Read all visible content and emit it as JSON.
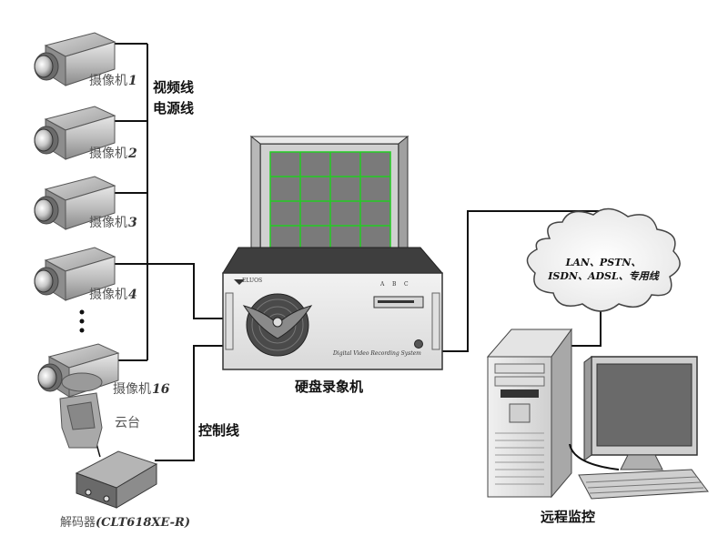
{
  "cameras": [
    {
      "label": "摄像机",
      "num": "1"
    },
    {
      "label": "摄像机",
      "num": "2"
    },
    {
      "label": "摄像机",
      "num": "3"
    },
    {
      "label": "摄像机",
      "num": "4"
    },
    {
      "label": "摄像机",
      "num": "16"
    }
  ],
  "cable_labels": {
    "video": "视频线",
    "power": "电源线",
    "control": "控制线"
  },
  "ptz_label": "云台",
  "decoder": {
    "label": "解码器",
    "model": "(CLT618XE-R)"
  },
  "dvr": {
    "caption": "硬盘录象机",
    "brand": "ELUOS",
    "panel_text": "Digital Video Recording System",
    "buttons": [
      "A",
      "B",
      "C"
    ]
  },
  "network": {
    "line1": "LAN、PSTN、",
    "line2": "ISDN、ADSL、专用线"
  },
  "remote": {
    "caption": "远程监控"
  },
  "colors": {
    "monitor_grid": "#22cc22",
    "monitor_screen": "#7a7a7a",
    "line": "#111111"
  }
}
